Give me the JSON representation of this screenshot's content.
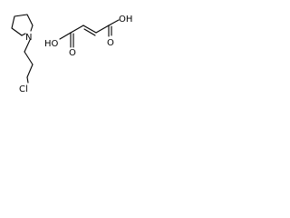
{
  "molecule_1": {
    "atom_labels": {
      "nitrogen": "N",
      "chlorine": "Cl"
    }
  },
  "molecule_2": {
    "atom_labels": {
      "oxygen_top_right": "O",
      "hydroxyl_top_right": "OH",
      "oxygen_bottom_left": "O",
      "hydroxyl_bottom_left": "HO"
    }
  },
  "colors": {
    "bond": "#000000",
    "label": "#000000",
    "background": "#ffffff"
  }
}
